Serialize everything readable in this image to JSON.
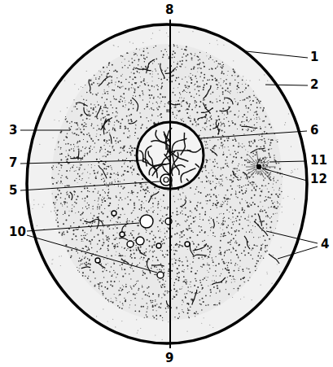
{
  "diagram": {
    "labels": [
      "8",
      "1",
      "2",
      "3",
      "6",
      "7",
      "11",
      "12",
      "5",
      "10",
      "4",
      "9"
    ]
  }
}
